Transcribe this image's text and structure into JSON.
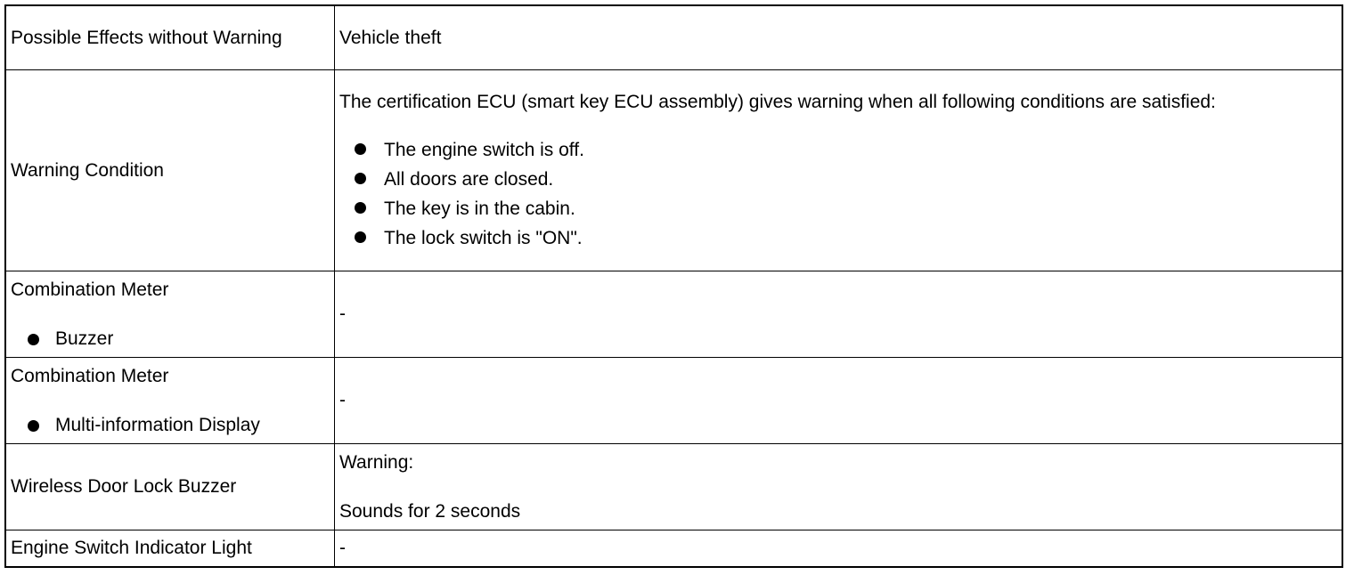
{
  "rows": [
    {
      "label": "Possible Effects without Warning",
      "value": "Vehicle theft"
    },
    {
      "label": "Warning Condition",
      "value": "The certification ECU (smart key ECU assembly) gives warning when all following conditions are satisfied:",
      "bullets": [
        "The engine switch is off.",
        "All doors are closed.",
        "The key is in the cabin.",
        "The lock switch is \"ON\"."
      ]
    },
    {
      "label": "Combination Meter",
      "sub_bullet": "Buzzer",
      "value": "-"
    },
    {
      "label": "Combination Meter",
      "sub_bullet": "Multi-information Display",
      "value": "-"
    },
    {
      "label": "Wireless Door Lock Buzzer",
      "value_line1": "Warning:",
      "value_line2": "Sounds for 2 seconds"
    },
    {
      "label": "Engine Switch Indicator Light",
      "value": "-"
    }
  ],
  "bullet_icon": "filled-circle-icon"
}
